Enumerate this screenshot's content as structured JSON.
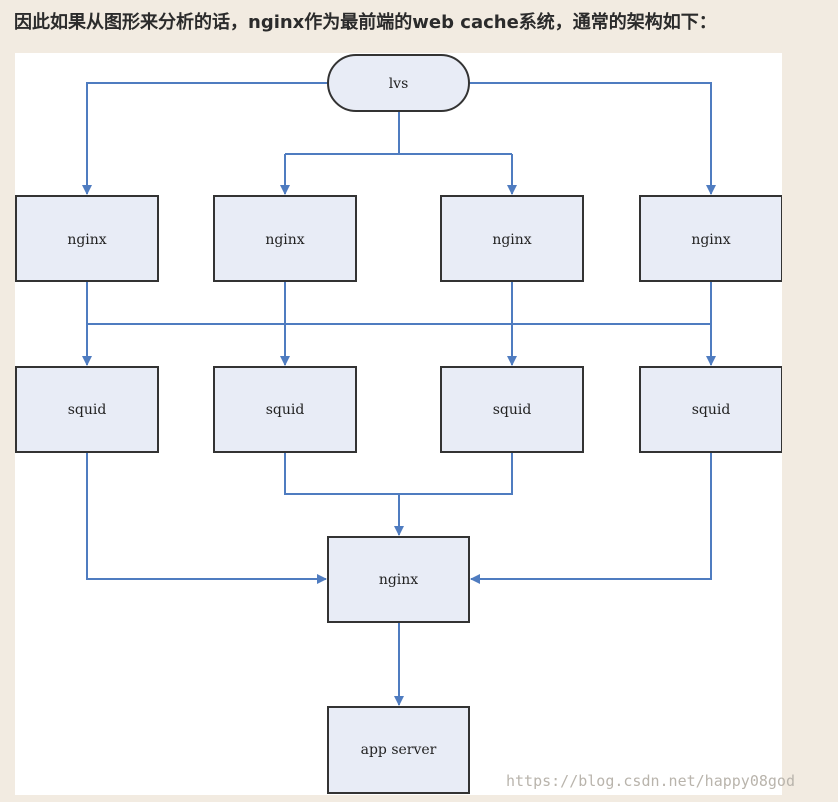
{
  "heading": "因此如果从图形来分析的话，nginx作为最前端的web cache系统，通常的架构如下：",
  "diagram": {
    "nodes": {
      "lvs": "lvs",
      "nginx_1": "nginx",
      "nginx_2": "nginx",
      "nginx_3": "nginx",
      "nginx_4": "nginx",
      "squid_1": "squid",
      "squid_2": "squid",
      "squid_3": "squid",
      "squid_4": "squid",
      "nginx_center": "nginx",
      "app_server": "app server"
    },
    "edges": [
      [
        "lvs",
        "nginx_1"
      ],
      [
        "lvs",
        "nginx_2"
      ],
      [
        "lvs",
        "nginx_3"
      ],
      [
        "lvs",
        "nginx_4"
      ],
      [
        "nginx_1",
        "squid_1"
      ],
      [
        "nginx_2",
        "squid_2"
      ],
      [
        "nginx_3",
        "squid_3"
      ],
      [
        "nginx_4",
        "squid_4"
      ],
      [
        "squid_1",
        "nginx_center"
      ],
      [
        "squid_2",
        "nginx_center"
      ],
      [
        "squid_3",
        "nginx_center"
      ],
      [
        "squid_4",
        "nginx_center"
      ],
      [
        "nginx_center",
        "app_server"
      ]
    ],
    "colors": {
      "line": "#4f7cc0",
      "box_fill": "#e8ecf6",
      "box_border": "#333333"
    }
  },
  "watermark": "https://blog.csdn.net/happy08god"
}
